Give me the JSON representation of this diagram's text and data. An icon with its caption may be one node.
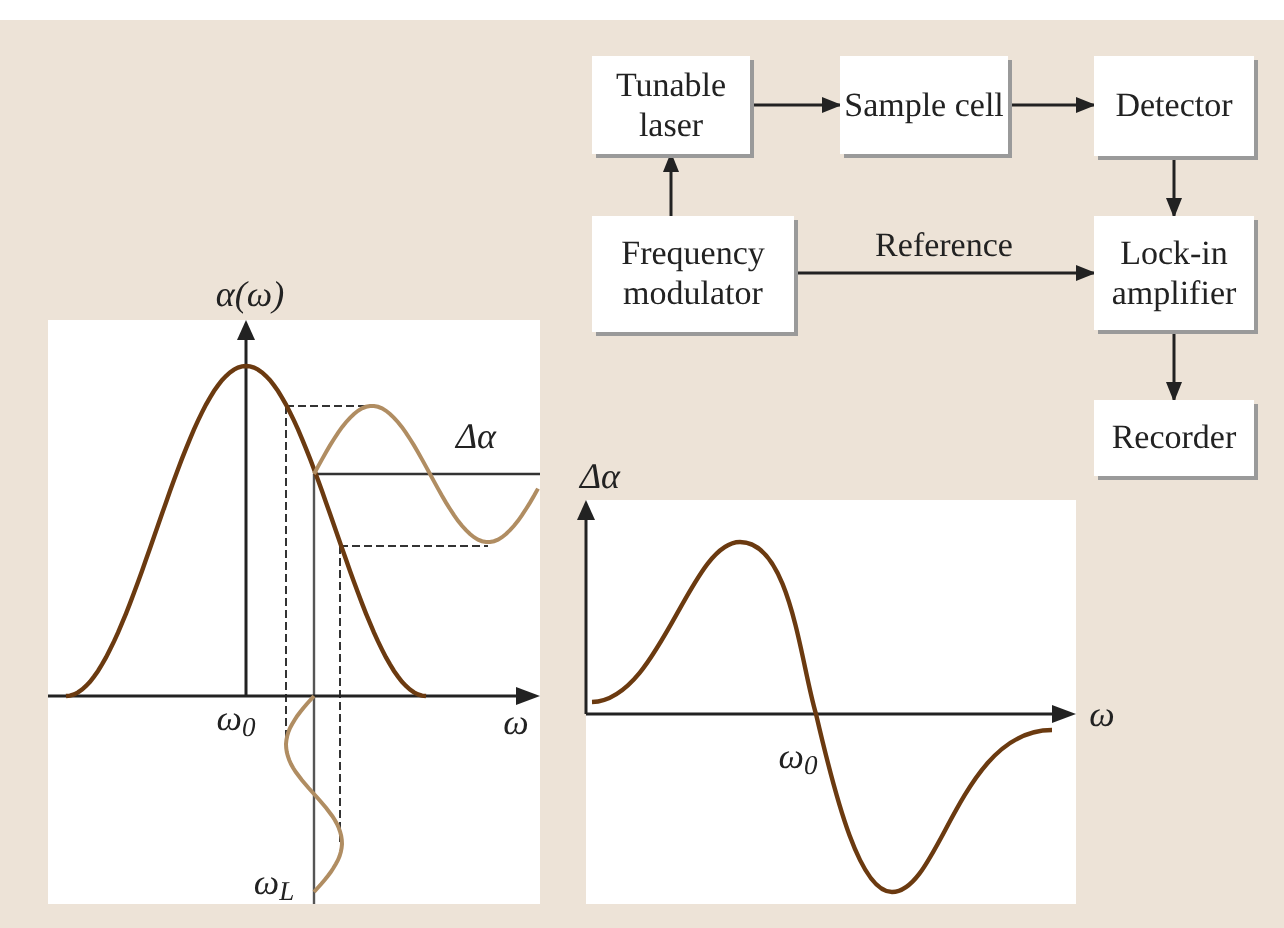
{
  "diagram": {
    "nodes": [
      {
        "text": [
          "Tunable laser"
        ]
      },
      {
        "text": [
          "Sample cell"
        ]
      },
      {
        "text": [
          "Detector"
        ]
      },
      {
        "text": [
          "Frequency modulator"
        ]
      },
      {
        "text": [
          "Lock-in amplifier"
        ]
      },
      {
        "text": [
          "Recorder"
        ]
      }
    ],
    "edges": [
      {
        "from": 0,
        "to": 1,
        "arrow": "to"
      },
      {
        "from": 1,
        "to": 2,
        "arrow": "to"
      },
      {
        "from": 2,
        "to": 4,
        "arrow": "to"
      },
      {
        "from": 3,
        "to": 0,
        "arrow": "to"
      },
      {
        "from": 3,
        "to": 4,
        "arrow": "to",
        "label": "Reference"
      },
      {
        "from": 4,
        "to": 5,
        "arrow": "to"
      }
    ],
    "labels": [
      "α(ω)",
      "Δα",
      "Δα",
      "ω$_{0}$",
      "ω",
      "ω",
      "ω$_{0}$",
      "ω$_{L}$"
    ]
  }
}
